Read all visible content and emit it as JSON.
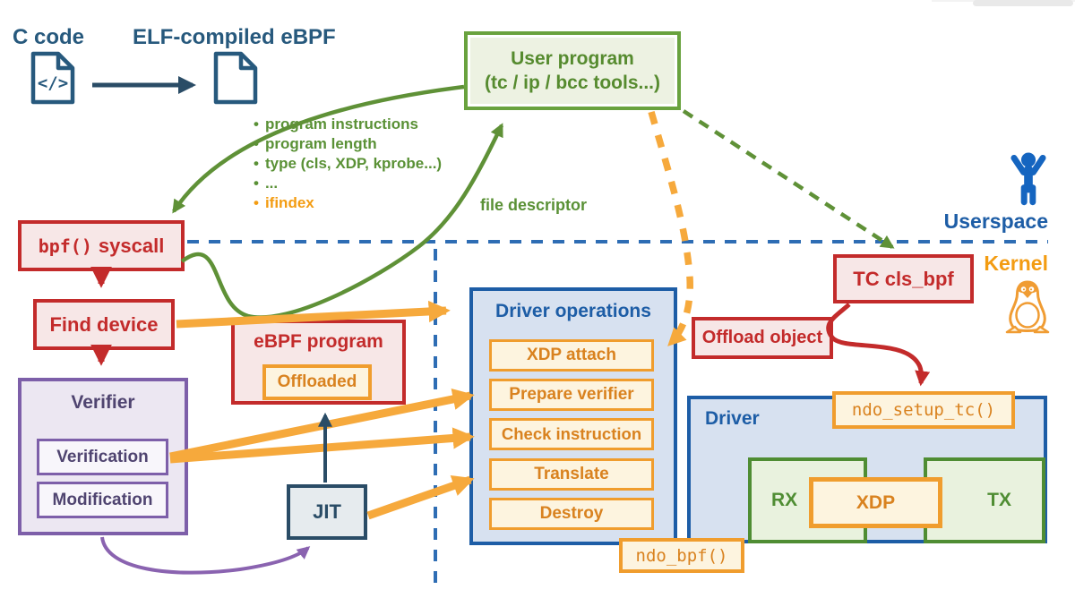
{
  "top_left": {
    "c_code_label": "C code",
    "elf_label": "ELF-compiled eBPF",
    "code_glyph": "</>"
  },
  "user_program": {
    "line1": "User program",
    "line2": "(tc / ip / bcc tools...)"
  },
  "bullets": {
    "items": [
      "program instructions",
      "program length",
      "type (cls, XDP, kprobe...)",
      "..."
    ],
    "highlight": "ifindex",
    "dot": "•"
  },
  "file_descriptor_label": "file descriptor",
  "boxes": {
    "bpf_syscall": {
      "mono": "bpf()",
      "rest": "syscall"
    },
    "find_device": "Find device",
    "verifier": {
      "title": "Verifier",
      "steps": [
        "Verification",
        "Modification"
      ]
    },
    "ebpf_program": {
      "title": "eBPF program",
      "inner": "Offloaded"
    },
    "jit": "JIT",
    "driver_operations": {
      "title": "Driver operations",
      "ops": [
        "XDP attach",
        "Prepare verifier",
        "Check instruction",
        "Translate",
        "Destroy"
      ]
    },
    "ndo_bpf": "ndo_bpf()",
    "tc_cls_bpf": "TC cls_bpf",
    "offload_object": "Offload object",
    "driver": {
      "title": "Driver",
      "ndo_setup_tc": "ndo_setup_tc()",
      "rx": "RX",
      "xdp": "XDP",
      "tx": "TX"
    }
  },
  "zones": {
    "userspace": "Userspace",
    "kernel": "Kernel"
  },
  "colors": {
    "green": "#5f9137",
    "green_light": "#edf2e2",
    "red": "#c32b2b",
    "red_light": "#f7e7e7",
    "orange_border": "#f09d2e",
    "orange_arrow": "#f6a93c",
    "orange_text": "#d9821f",
    "cream": "#fdf4df",
    "blue": "#1d5da6",
    "blue_light": "#d7e1f0",
    "navy": "#2a4c66",
    "purple": "#7d5fa9",
    "purple_light": "#ece7f2",
    "kernel_orange": "#f39c12"
  }
}
